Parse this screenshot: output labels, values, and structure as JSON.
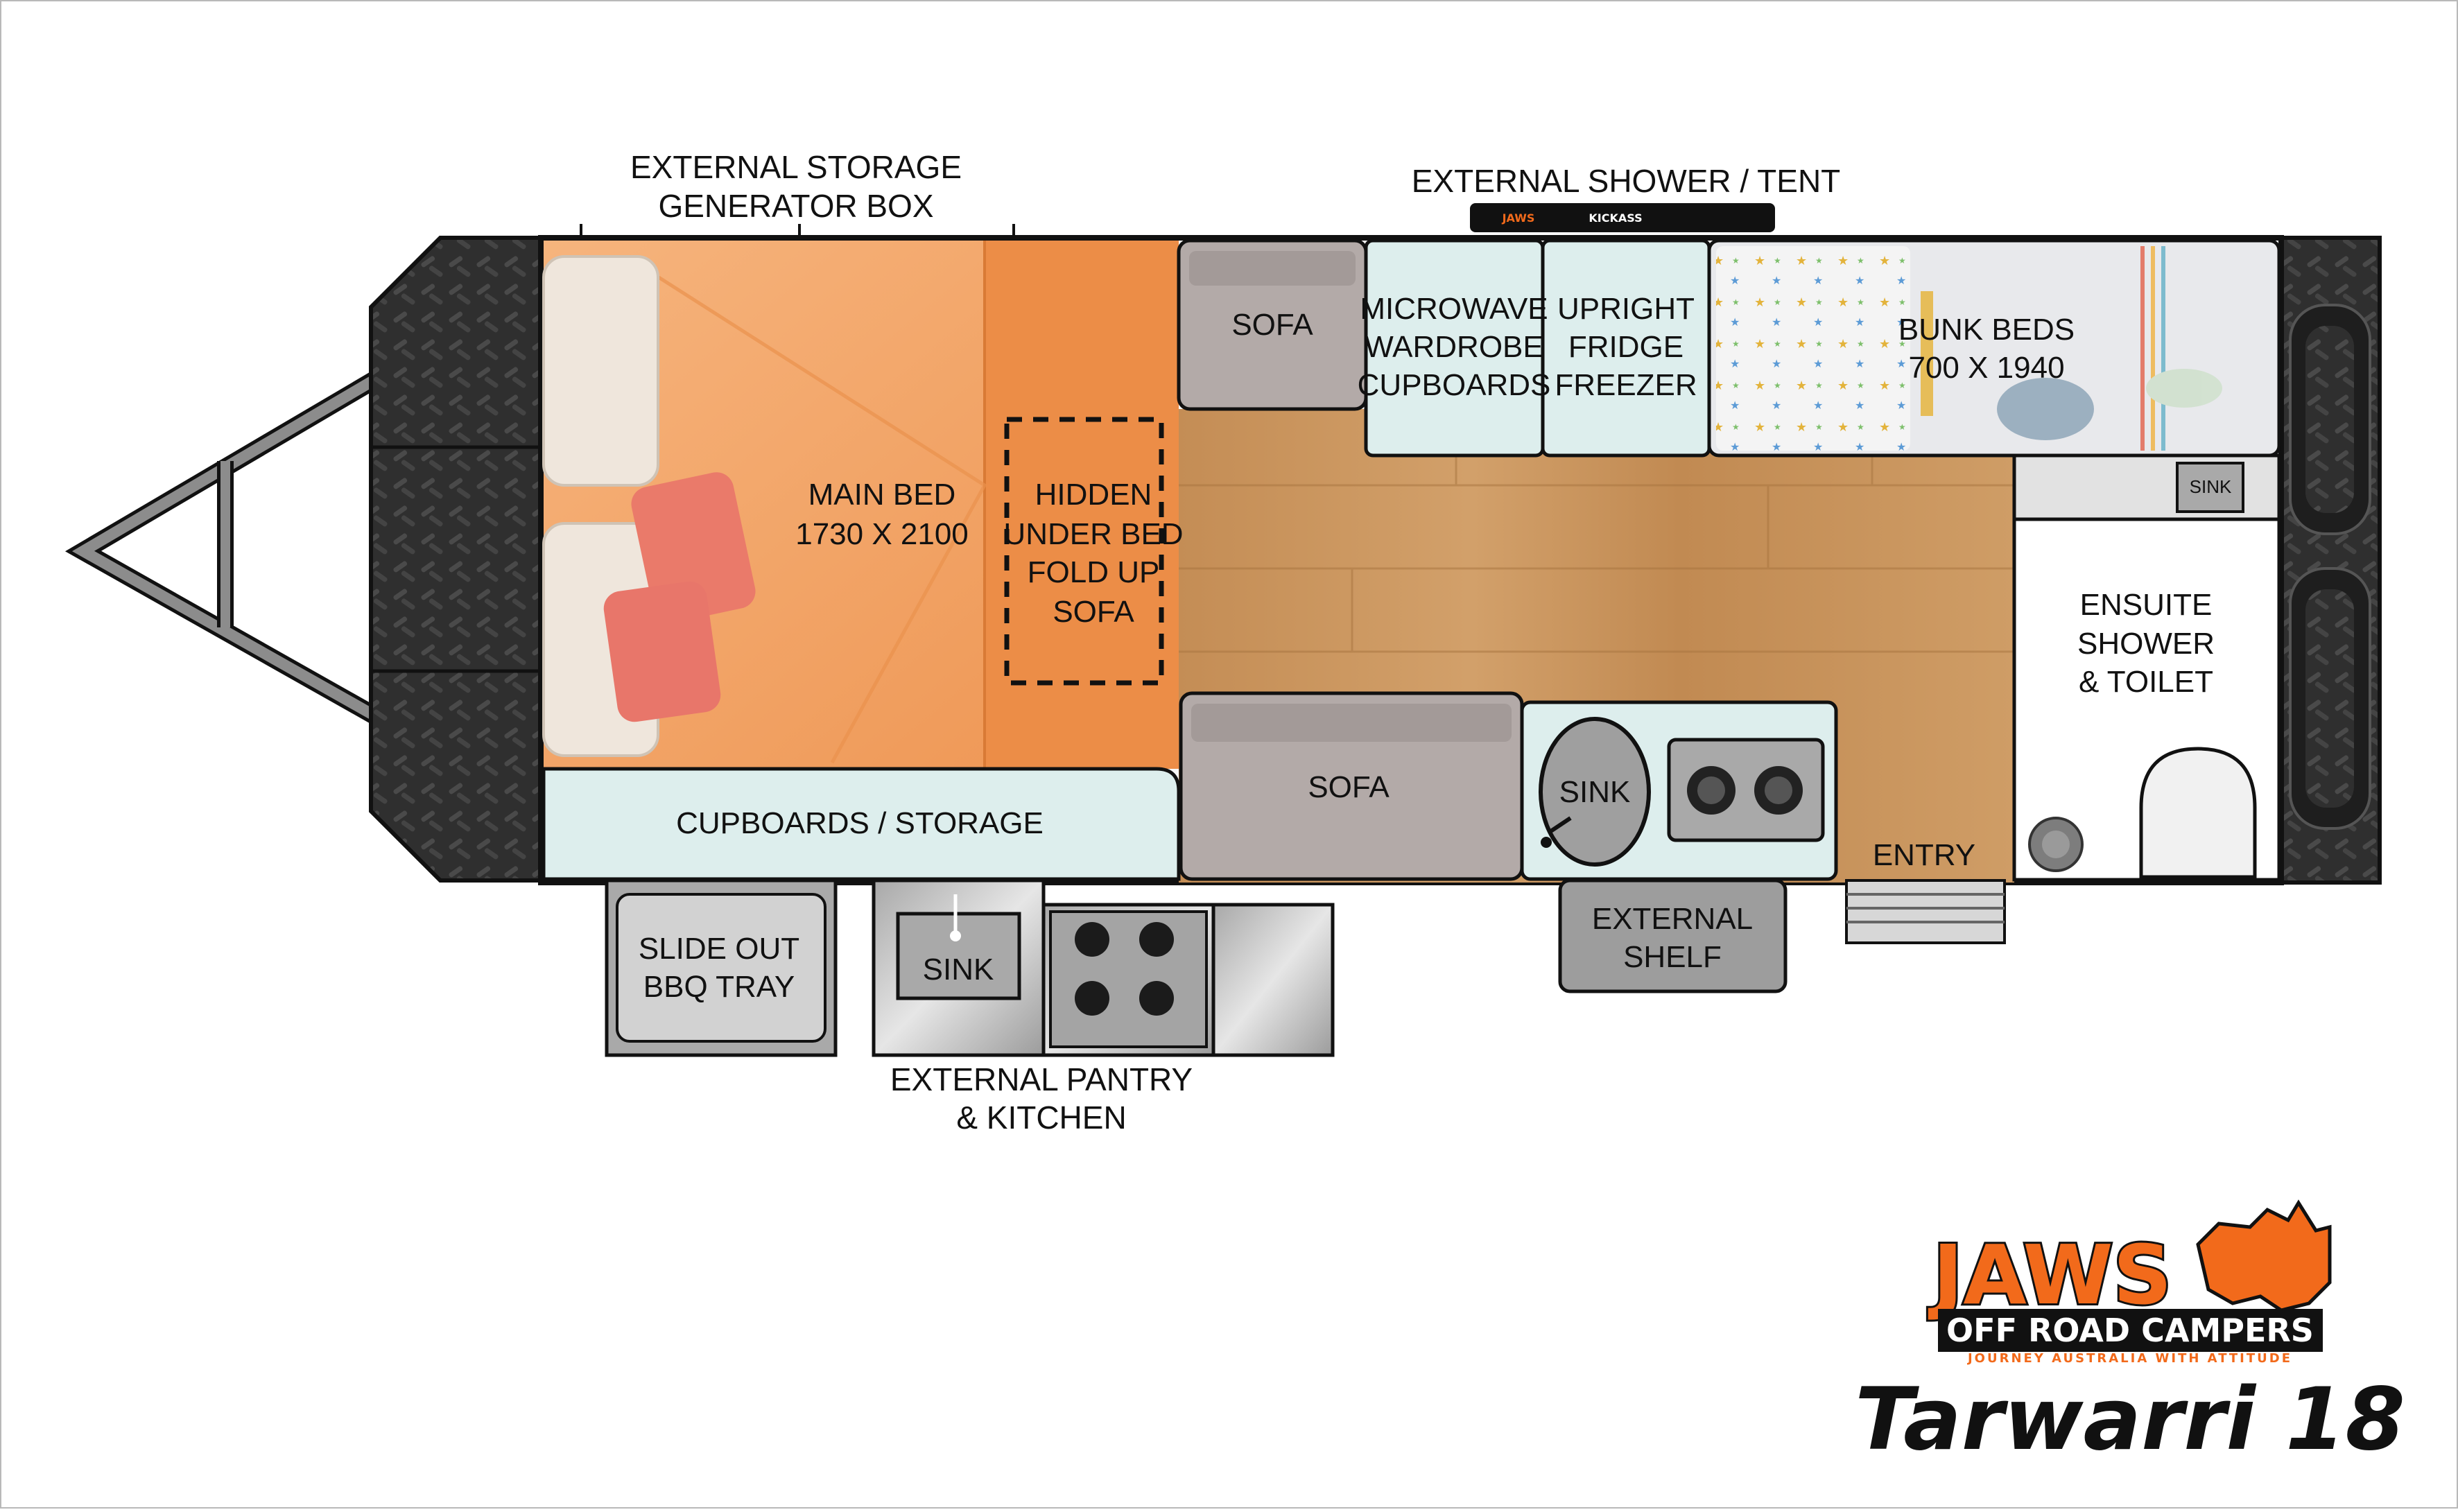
{
  "labels": {
    "ext_storage_1": "EXTERNAL STORAGE",
    "ext_storage_2": "GENERATOR BOX",
    "ext_shower": "EXTERNAL SHOWER / TENT",
    "sofa_top": "SOFA",
    "microwave_1": "MICROWAVE",
    "microwave_2": "WARDROBE",
    "microwave_3": "CUPBOARDS",
    "fridge_1": "UPRIGHT",
    "fridge_2": "FRIDGE",
    "fridge_3": "FREEZER",
    "bunk_1": "BUNK BEDS",
    "bunk_2": "700 X 1940",
    "main_bed_1": "MAIN BED",
    "main_bed_2": "1730 X 2100",
    "hidden_1": "HIDDEN",
    "hidden_2": "UNDER BED",
    "hidden_3": "FOLD UP",
    "hidden_4": "SOFA",
    "sink_bath": "SINK",
    "ensuite_1": "ENSUITE",
    "ensuite_2": "SHOWER",
    "ensuite_3": "& TOILET",
    "sofa_bottom": "SOFA",
    "sink_kitchen": "SINK",
    "cupboards": "CUPBOARDS / STORAGE",
    "entry": "ENTRY",
    "slide_out_1": "SLIDE OUT",
    "slide_out_2": "BBQ TRAY",
    "sink_external": "SINK",
    "ext_shelf_1": "EXTERNAL",
    "ext_shelf_2": "SHELF",
    "ext_pantry_1": "EXTERNAL PANTRY",
    "ext_pantry_2": "& KITCHEN"
  },
  "branding": {
    "logo_main": "JAWS",
    "logo_sub": "OFF ROAD CAMPERS",
    "logo_tag": "JOURNEY AUSTRALIA WITH ATTITUDE",
    "model_name": "Tarwarri 18",
    "badge_left": "JAWS",
    "badge_right": "KICKASS"
  },
  "colors": {
    "bed_orange": "#f2a468",
    "bed_orange_dark": "#ec8d47",
    "floor_wood": "#c8935a",
    "sofa_grey": "#b3aaa8",
    "cabinet_mint": "#ddeeed",
    "checker_black": "#2b2b2b",
    "brand_orange": "#f26a1b"
  }
}
